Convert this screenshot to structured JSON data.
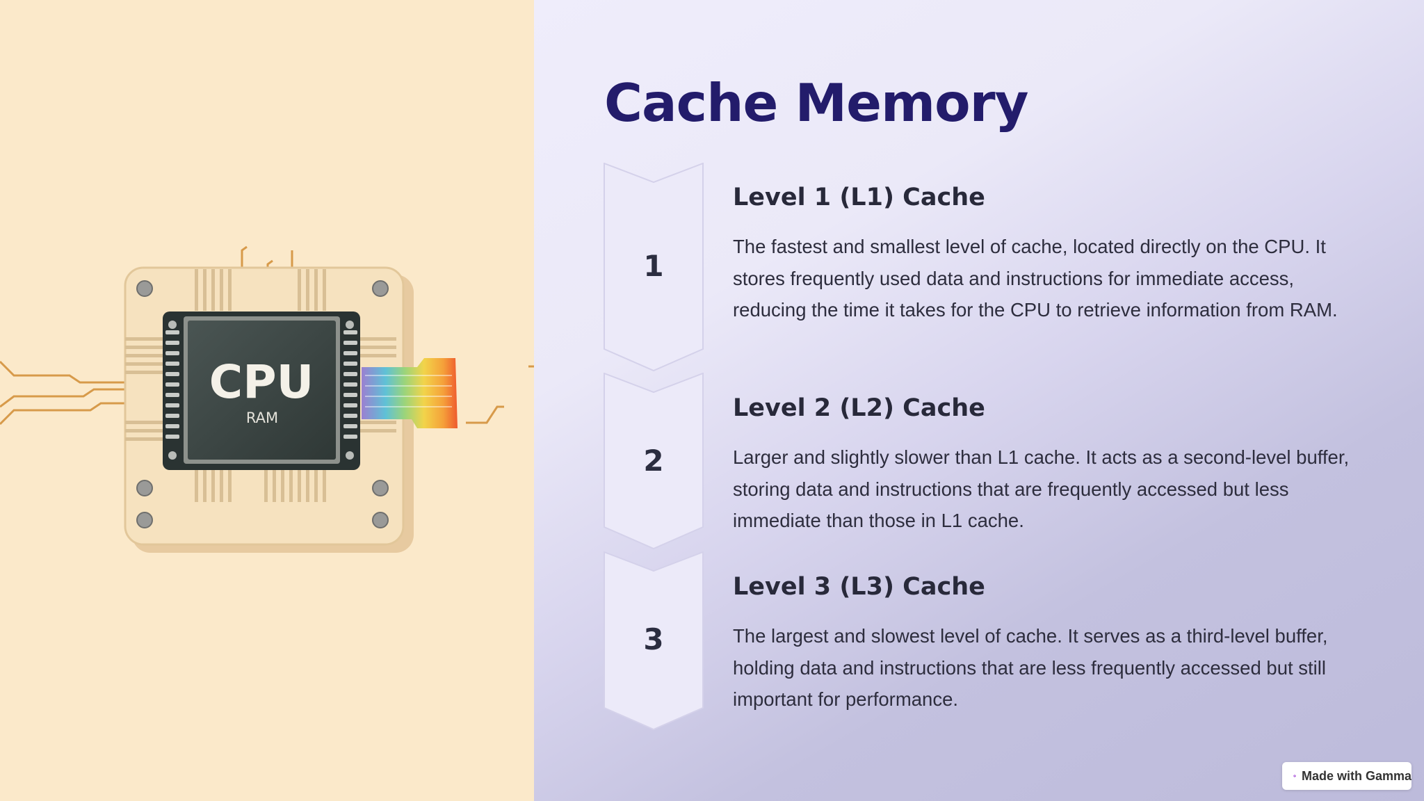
{
  "slide": {
    "title": "Cache Memory",
    "illustration": {
      "chip_label": "CPU",
      "chip_sublabel": "RAM"
    },
    "levels": [
      {
        "number": "1",
        "heading": "Level 1 (L1) Cache",
        "description": "The fastest and smallest level of cache, located directly on the CPU. It stores frequently used data and instructions for immediate access, reducing the time it takes for the CPU to retrieve information from RAM."
      },
      {
        "number": "2",
        "heading": "Level 2 (L2) Cache",
        "description": "Larger and slightly slower than L1 cache. It acts as a second-level buffer, storing data and instructions that are frequently accessed but less immediate than those in L1 cache."
      },
      {
        "number": "3",
        "heading": "Level 3 (L3) Cache",
        "description": "The largest and slowest level of cache. It serves as a third-level buffer, holding data and instructions that are less frequently accessed but still important for performance."
      }
    ]
  },
  "badge": {
    "label": "Made with Gamma",
    "icon": "gamma-logo-icon"
  },
  "colors": {
    "left_background": "#fbe9ca",
    "title": "#231c6b",
    "chevron_fill": "#eceaf9",
    "text": "#2d2d3d"
  }
}
